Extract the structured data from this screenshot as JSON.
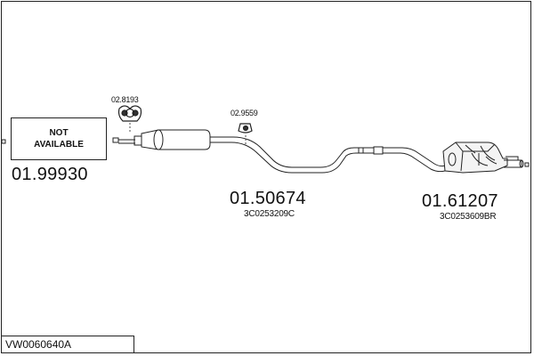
{
  "diagram": {
    "parts": [
      {
        "id": "front",
        "number": "01.99930",
        "availability": [
          "NOT",
          "AVAILABLE"
        ]
      },
      {
        "id": "middle",
        "number": "01.50674",
        "oem": "3C0253209C"
      },
      {
        "id": "rear",
        "number": "01.61207",
        "oem": "3C0253609BR"
      }
    ],
    "accessories": [
      {
        "id": "clamp",
        "number": "02.8193"
      },
      {
        "id": "hanger",
        "number": "02.9559"
      }
    ],
    "vehicle_code": "VW0060640A"
  }
}
